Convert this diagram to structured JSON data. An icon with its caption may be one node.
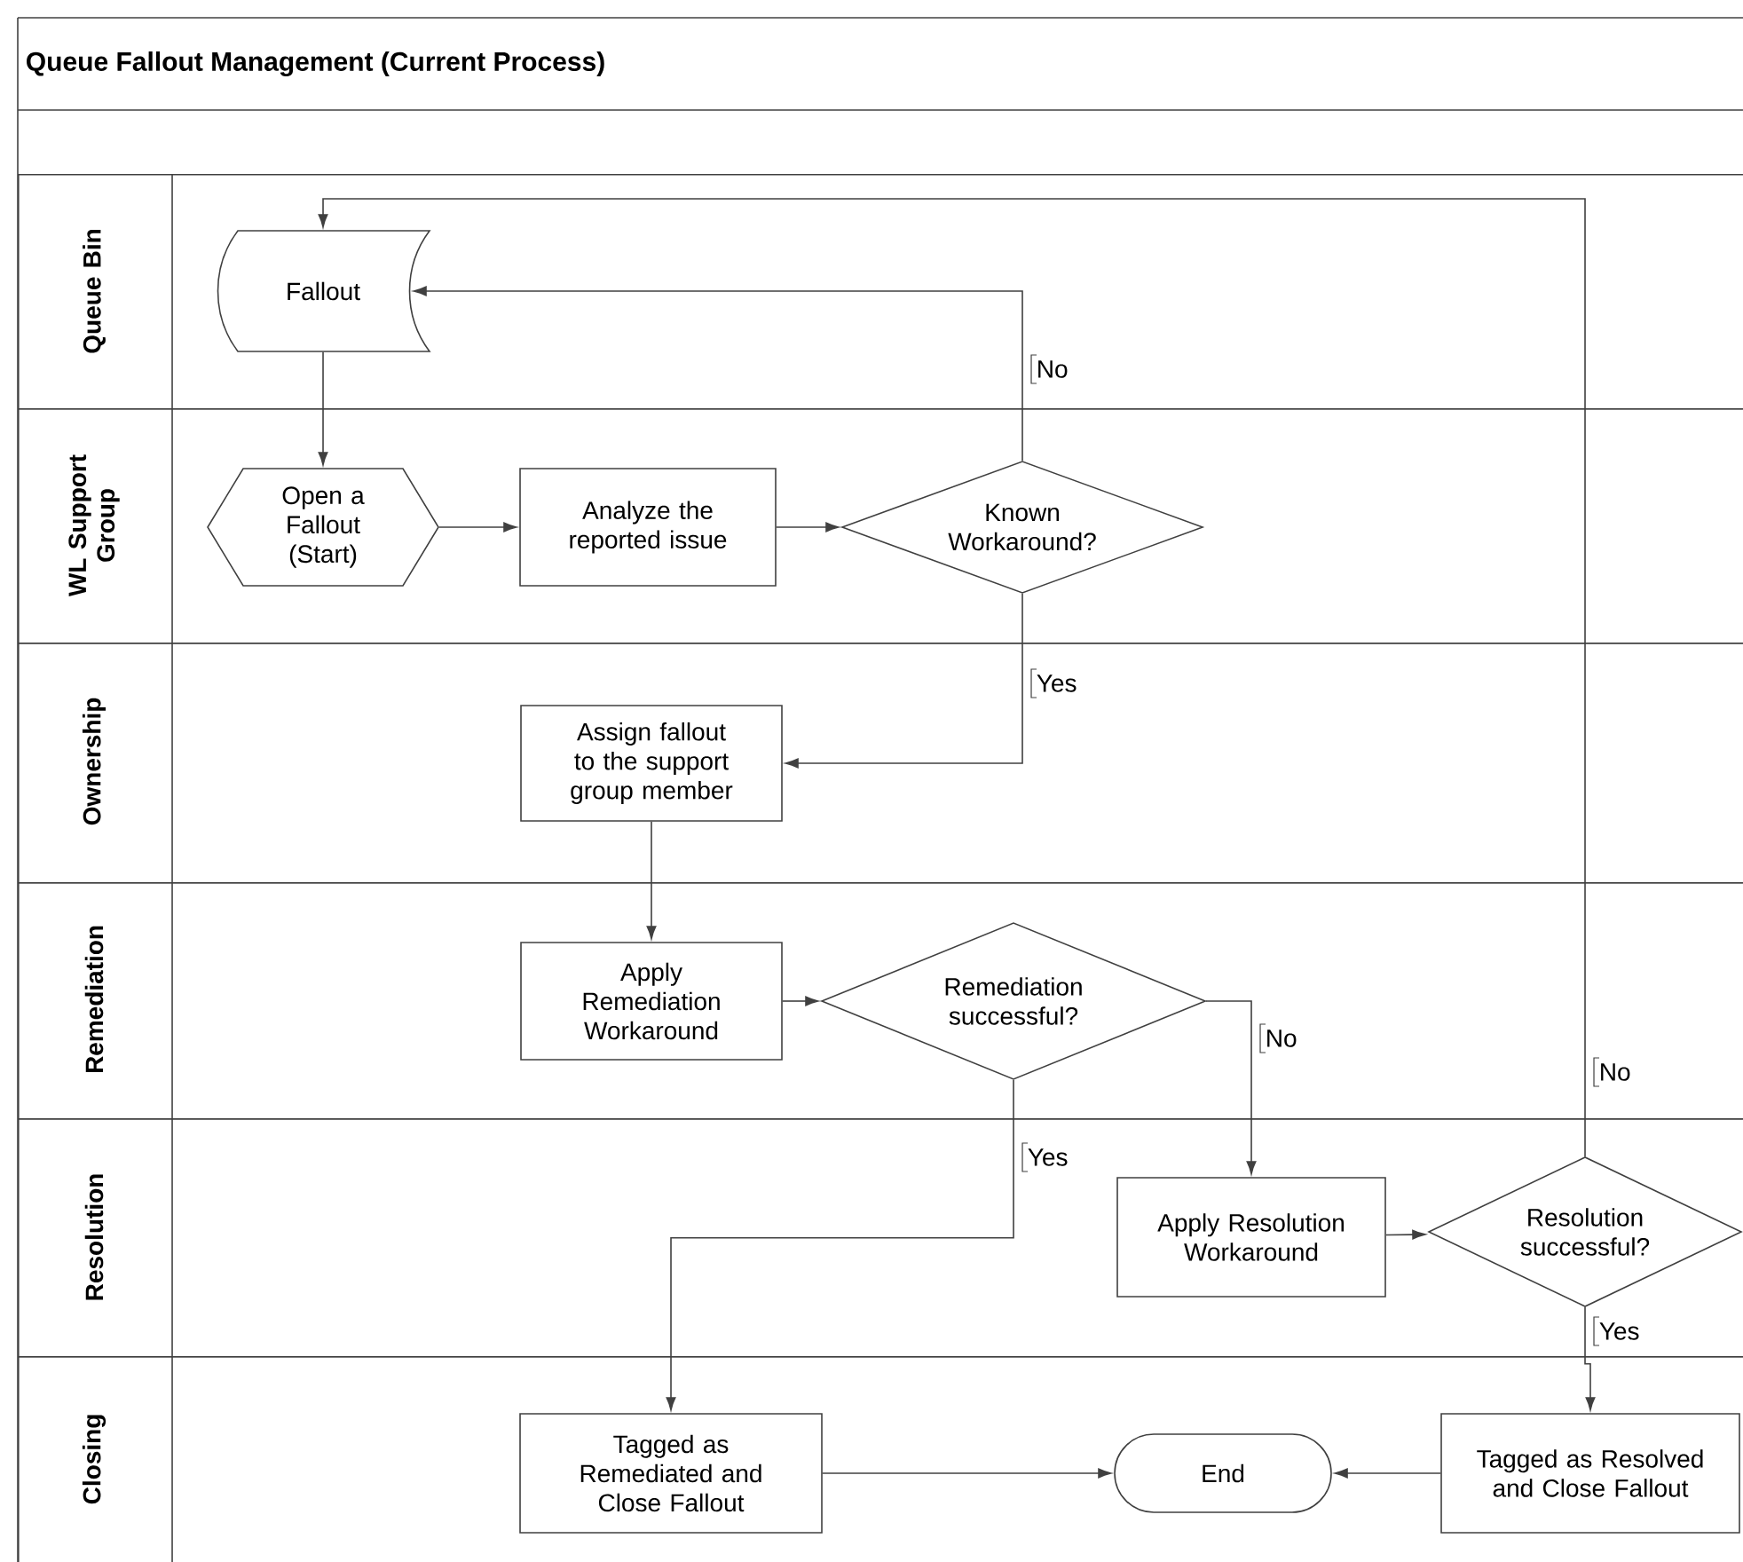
{
  "diagram": {
    "title": "Queue Fallout Management (Current Process)",
    "nodes": [
      {
        "text": [
          "Queue Bin"
        ]
      },
      {
        "text": [
          "WL Support Group"
        ]
      },
      {
        "text": [
          "Ownership"
        ]
      },
      {
        "text": [
          "Remediation"
        ]
      },
      {
        "text": [
          "Resolution"
        ]
      },
      {
        "text": [
          "Closing"
        ]
      },
      {
        "text": [
          "Fallout"
        ],
        "in": 0
      },
      {
        "text": [
          "Open a Fallout (Start)"
        ],
        "in": 1
      },
      {
        "text": [
          "Analyze the reported issue"
        ],
        "in": 1
      },
      {
        "text": [
          "Known Workaround?"
        ],
        "in": 1
      },
      {
        "text": [
          "Assign fallout to the support group member"
        ],
        "in": 2
      },
      {
        "text": [
          "Apply Remediation Workaround"
        ],
        "in": 3
      },
      {
        "text": [
          "Remediation successful?"
        ],
        "in": 3
      },
      {
        "text": [
          "Apply Resolution Workaround"
        ],
        "in": 4
      },
      {
        "text": [
          "Resolution successful?"
        ],
        "in": 4
      },
      {
        "text": [
          "Tagged as Remediated and Close Fallout"
        ],
        "in": 5
      },
      {
        "text": [
          "End"
        ],
        "in": 5
      },
      {
        "text": [
          "Tagged as Resolved and Close Fallout"
        ],
        "in": 5
      }
    ],
    "edges": [
      {
        "from": 6,
        "to": 7,
        "arrow": "to"
      },
      {
        "from": 7,
        "to": 8,
        "arrow": "to"
      },
      {
        "from": 8,
        "to": 9,
        "arrow": "to"
      },
      {
        "from": 9,
        "to": 6,
        "arrow": "to",
        "label": "No"
      },
      {
        "from": 9,
        "to": 10,
        "arrow": "to",
        "label": "Yes"
      },
      {
        "from": 10,
        "to": 11,
        "arrow": "to"
      },
      {
        "from": 11,
        "to": 12,
        "arrow": "to"
      },
      {
        "from": 12,
        "to": 13,
        "arrow": "to",
        "label": "No"
      },
      {
        "from": 12,
        "to": 15,
        "arrow": "to",
        "label": "Yes"
      },
      {
        "from": 13,
        "to": 14,
        "arrow": "to"
      },
      {
        "from": 14,
        "to": 6,
        "arrow": "to",
        "label": "No"
      },
      {
        "from": 14,
        "to": 17,
        "arrow": "to",
        "label": "Yes"
      },
      {
        "from": 15,
        "to": 16,
        "arrow": "to"
      },
      {
        "from": 17,
        "to": 16,
        "arrow": "to"
      }
    ]
  }
}
